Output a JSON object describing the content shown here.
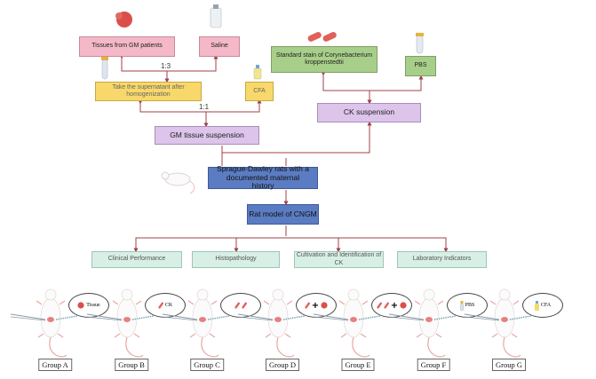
{
  "boxes": {
    "tissues": "Tissues from GM patients",
    "saline": "Saline",
    "supernatant": "Take the supernatant after homogenization",
    "cfa": "CFA",
    "gm_suspension": "GM tissue suspension",
    "standard_strain": "Standard stain of Corynebacterium kroppenstedtii",
    "pbs": "PBS",
    "ck_suspension": "CK suspension",
    "sd_rats": "Sprague-Dawley rats with a documented maternal history",
    "rat_model": "Rat model of CNGM"
  },
  "ratios": {
    "tissue_saline": "1:3",
    "supernatant_cfa": "1:1"
  },
  "outcomes": [
    "Clinical Performance",
    "Histopathology",
    "Cultivation and Identification of CK",
    "Laboratory Indicators"
  ],
  "groups": [
    {
      "label": "Group A",
      "bubble": "Tissue",
      "icons": [
        "tissue-icon"
      ]
    },
    {
      "label": "Group B",
      "bubble": "CK",
      "icons": [
        "bacteria-icon"
      ]
    },
    {
      "label": "Group C",
      "bubble": "",
      "icons": [
        "bacteria-icon",
        "bacteria-icon"
      ]
    },
    {
      "label": "Group D",
      "bubble": "",
      "icons": [
        "bacteria-icon",
        "plus-icon",
        "tissue-icon"
      ]
    },
    {
      "label": "Group E",
      "bubble": "",
      "icons": [
        "bacteria-icon",
        "bacteria-icon",
        "plus-icon",
        "tissue-icon"
      ]
    },
    {
      "label": "Group F",
      "bubble": "PBS",
      "icons": [
        "tube-icon"
      ]
    },
    {
      "label": "Group G",
      "bubble": "CFA",
      "icons": [
        "bottle-icon"
      ]
    }
  ],
  "colors": {
    "connector": "#a0404a",
    "tissue": "#d9504a",
    "bacteria": "#e0605a"
  }
}
